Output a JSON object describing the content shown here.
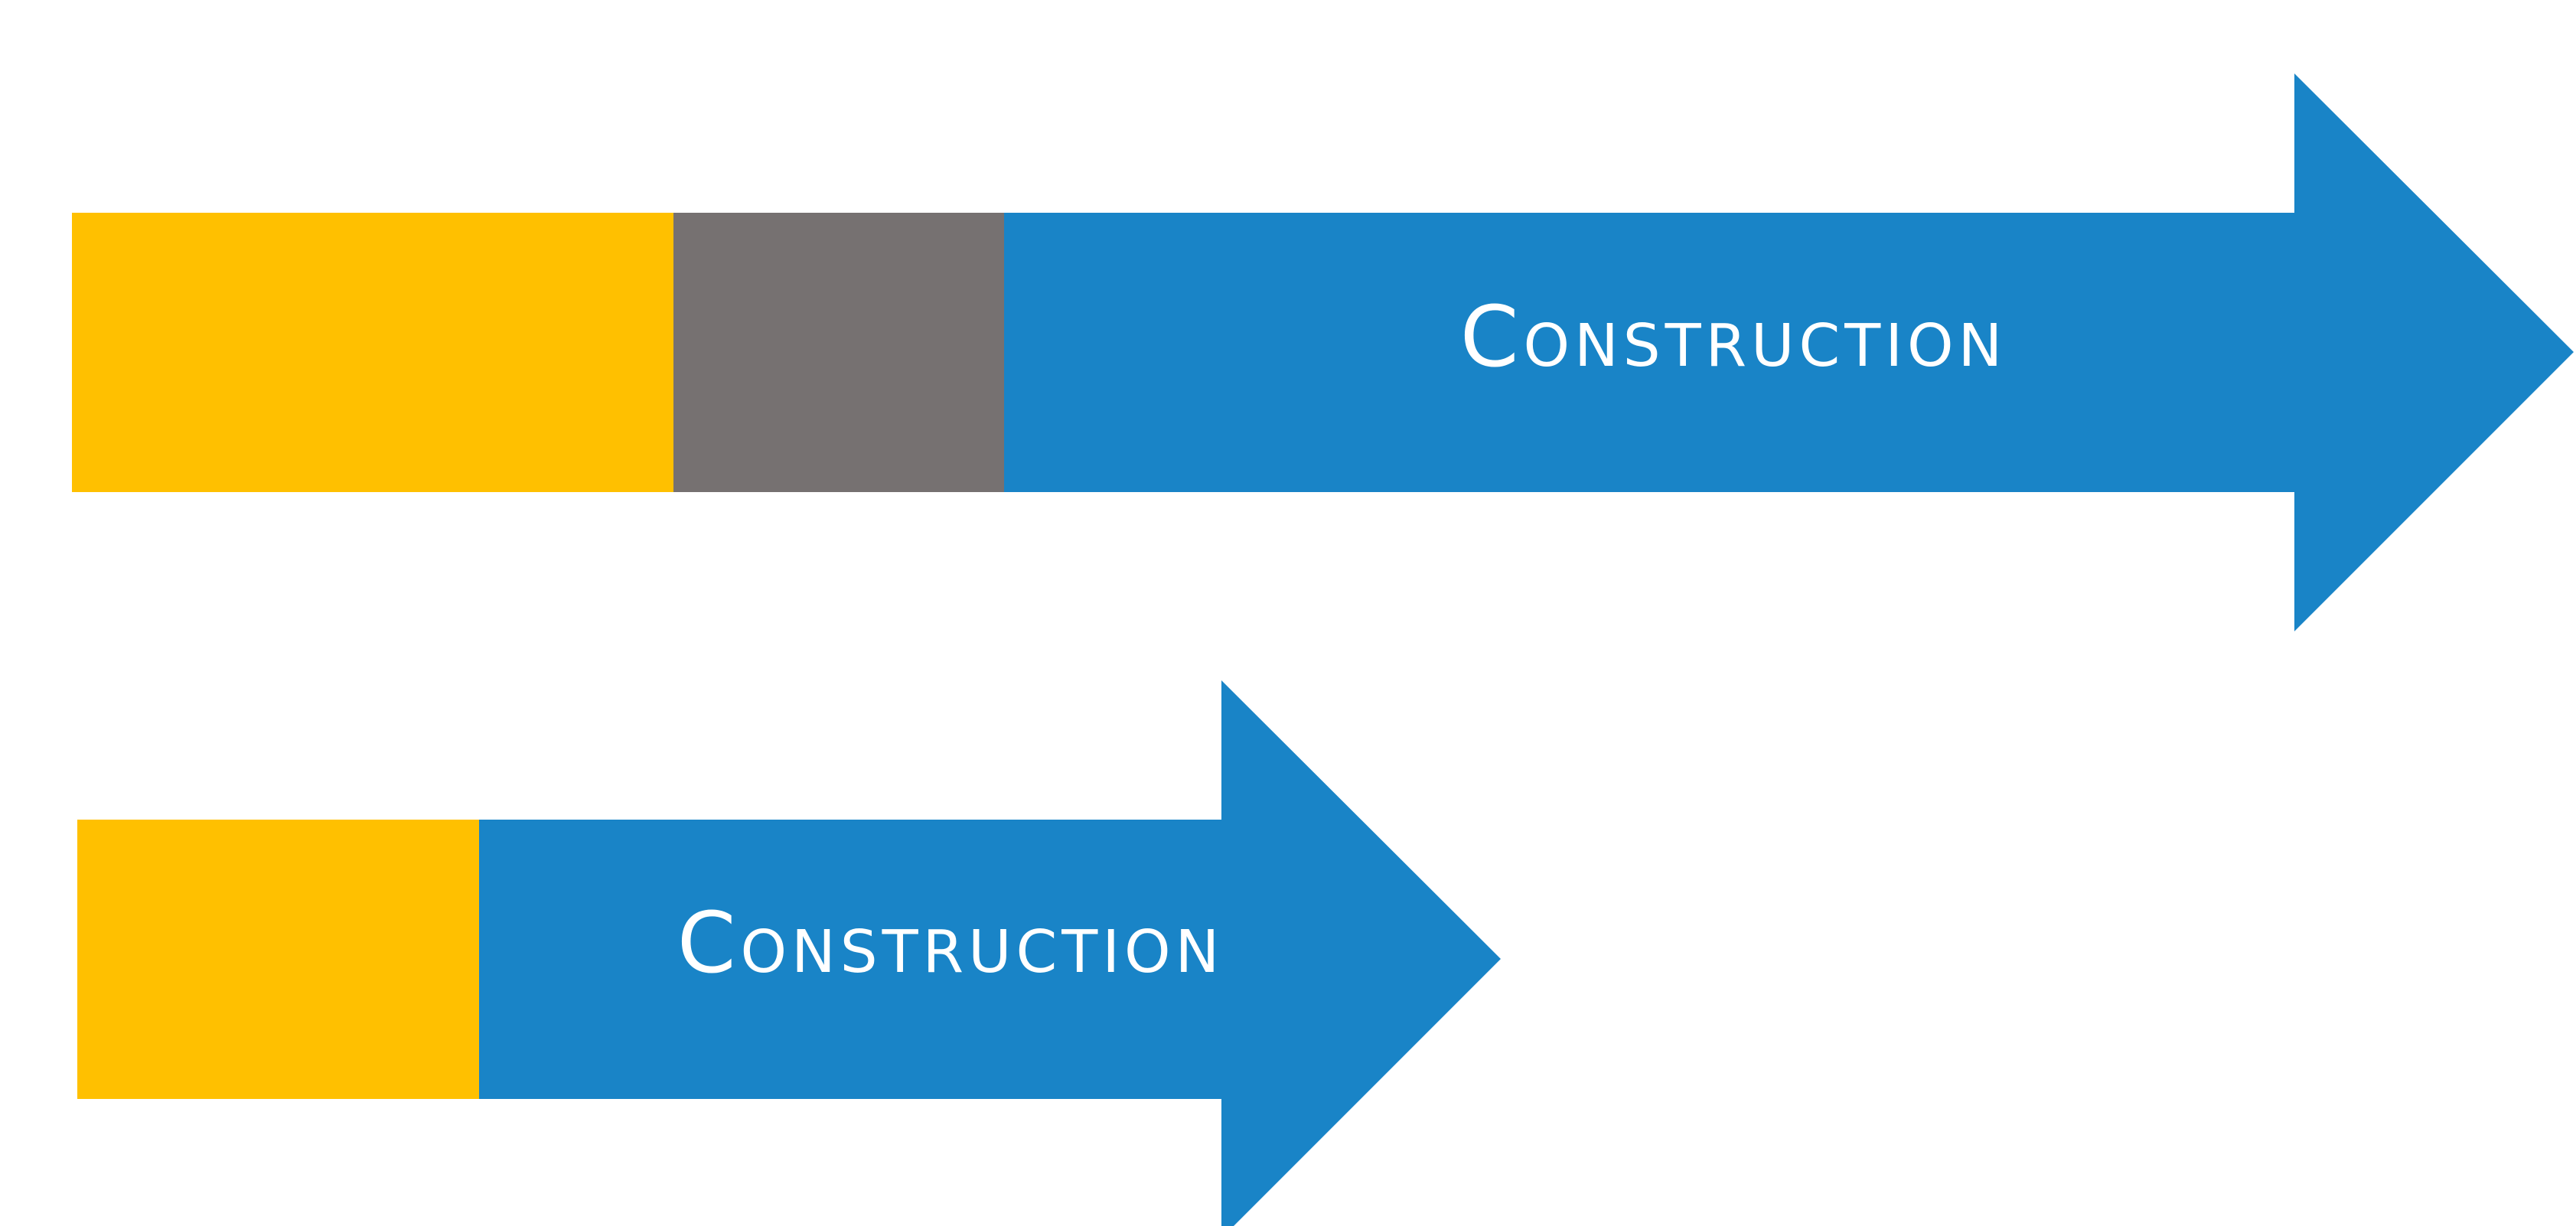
{
  "colors": {
    "background": "#ffffff",
    "yellow_segment": "#FFC000",
    "gray_segment": "#767171",
    "blue_arrow": "#1984C7",
    "label_text": "#ffffff"
  },
  "arrows": [
    {
      "label": "Construction",
      "segments": [
        "yellow",
        "gray",
        "blue-arrow"
      ]
    },
    {
      "label": "Construction",
      "segments": [
        "yellow",
        "blue-arrow"
      ]
    }
  ]
}
